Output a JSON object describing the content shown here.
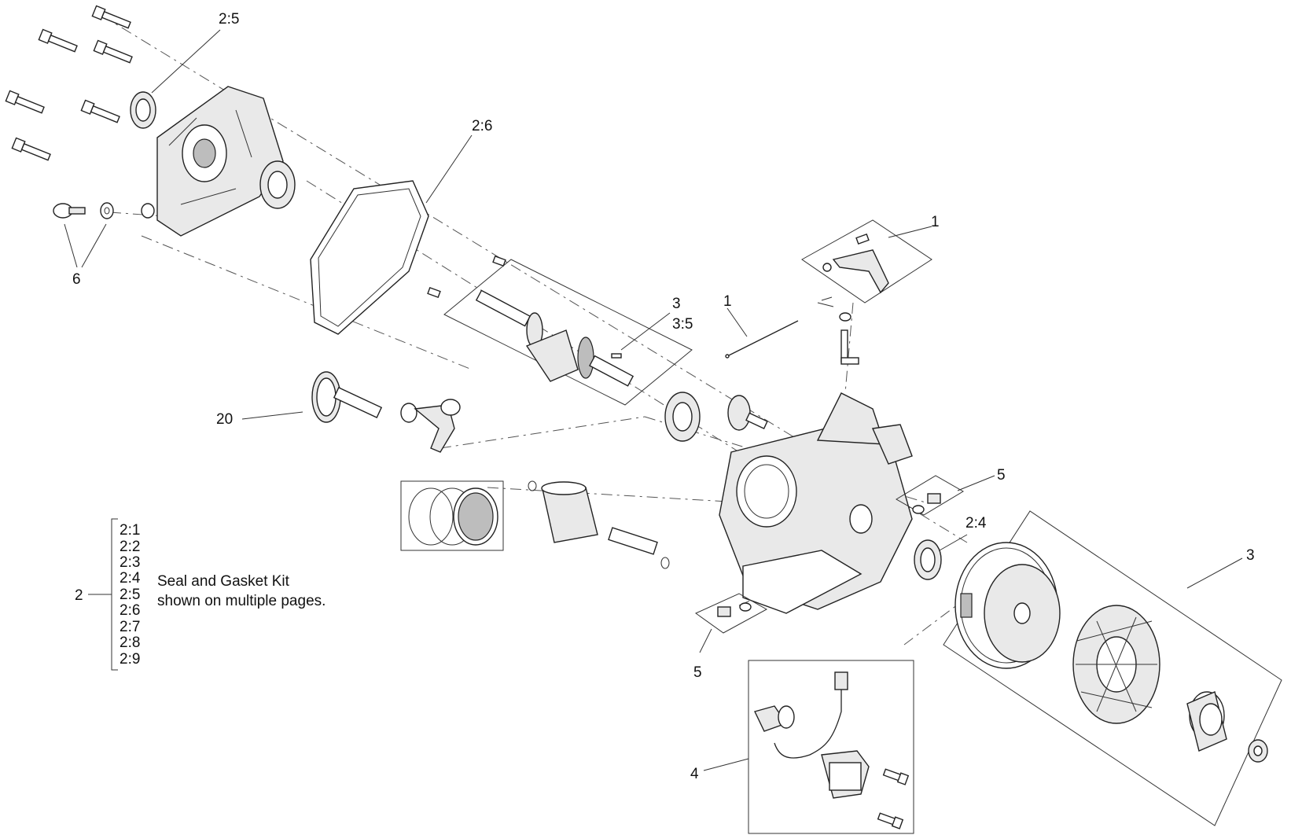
{
  "callouts": {
    "c_2_5": "2:5",
    "c_2_6": "2:6",
    "c_6": "6",
    "c_1_top": "1",
    "c_1_rod": "1",
    "c_3_crank": "3",
    "c_3_5": "3:5",
    "c_20": "20",
    "c_5_right": "5",
    "c_2_4": "2:4",
    "c_3_flywheel": "3",
    "c_5_bottom": "5",
    "c_4": "4"
  },
  "legend": {
    "kit_number": "2",
    "items": [
      "2:1",
      "2:2",
      "2:3",
      "2:4",
      "2:5",
      "2:6",
      "2:7",
      "2:8",
      "2:9"
    ],
    "description_line1": "Seal and Gasket Kit",
    "description_line2": "shown on multiple pages."
  }
}
